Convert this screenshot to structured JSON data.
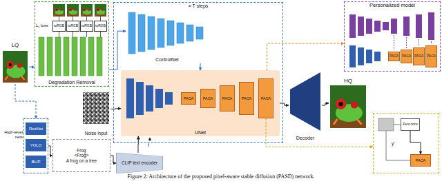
{
  "diagram": {
    "caption": "Figure 2: Architecture of the proposed pixel-aware stable diffusion (PASD) network.",
    "nodes": [
      {
        "text": [
          "LQ"
        ]
      },
      {
        "text": [
          "Degradation Removal"
        ]
      },
      {
        "text": [
          "toRGB"
        ],
        "in": 1
      },
      {
        "text": [
          "toRGB"
        ],
        "in": 1
      },
      {
        "text": [
          "toRGB"
        ],
        "in": 1
      },
      {
        "text": [
          "toRGB"
        ],
        "in": 1
      },
      {
        "text": [
          "× T steps"
        ]
      },
      {
        "text": [
          "ControlNet"
        ],
        "in": 6
      },
      {
        "text": [
          "UNet"
        ],
        "in": 6
      },
      {
        "text": [
          "PACA"
        ],
        "in": 8
      },
      {
        "text": [
          "PACA"
        ],
        "in": 8
      },
      {
        "text": [
          "PACA"
        ],
        "in": 8
      },
      {
        "text": [
          "PACA"
        ],
        "in": 8
      },
      {
        "text": [
          "PACA"
        ],
        "in": 8
      },
      {
        "text": [
          "Personalized model"
        ]
      },
      {
        "text": [
          "PACA"
        ],
        "in": 14
      },
      {
        "text": [
          "PACA"
        ],
        "in": 14
      },
      {
        "text": [
          "PACA"
        ],
        "in": 14
      },
      {
        "text": [
          "PACA"
        ],
        "in": 14
      },
      {
        "text": [
          "Noise input"
        ]
      },
      {
        "text": [
          "Decoder"
        ]
      },
      {
        "text": [
          "HQ"
        ]
      },
      {
        "text": [
          "High-level nets"
        ]
      },
      {
        "text": [
          "ResNet"
        ],
        "in": 22
      },
      {
        "text": [
          "YOLO"
        ],
        "in": 22
      },
      {
        "text": [
          "BLIP"
        ],
        "in": 22
      },
      {
        "text": [
          "Frog",
          "<Frog>",
          "A frog on a tree"
        ]
      },
      {
        "text": [
          "CLIP text encoder"
        ]
      },
      {
        "text": [
          "y'"
        ]
      },
      {
        "text": [
          "Zero conv"
        ],
        "in": 28
      },
      {
        "text": [
          "PACA"
        ],
        "in": 28
      }
    ],
    "edges": [
      {
        "from": 0,
        "to": 1,
        "arrow": "to"
      },
      {
        "from": 1,
        "to": 7,
        "arrow": "to"
      },
      {
        "from": 7,
        "to": 8,
        "arrow": "to"
      },
      {
        "from": 19,
        "to": 8,
        "arrow": "to"
      },
      {
        "from": 8,
        "to": 20,
        "arrow": "to"
      },
      {
        "from": 20,
        "to": 21,
        "arrow": "to"
      },
      {
        "from": 0,
        "to": 22,
        "arrow": "to"
      },
      {
        "from": 22,
        "to": 26,
        "arrow": "to"
      },
      {
        "from": 26,
        "to": 27,
        "arrow": "to"
      },
      {
        "from": 27,
        "to": 8,
        "arrow": "to"
      },
      {
        "from": 8,
        "to": 14,
        "arrow": "to"
      },
      {
        "from": 13,
        "to": 28,
        "arrow": "to"
      },
      {
        "from": 29,
        "to": 30,
        "arrow": "to"
      }
    ],
    "labels": [
      "L₁ loss",
      "t"
    ]
  }
}
